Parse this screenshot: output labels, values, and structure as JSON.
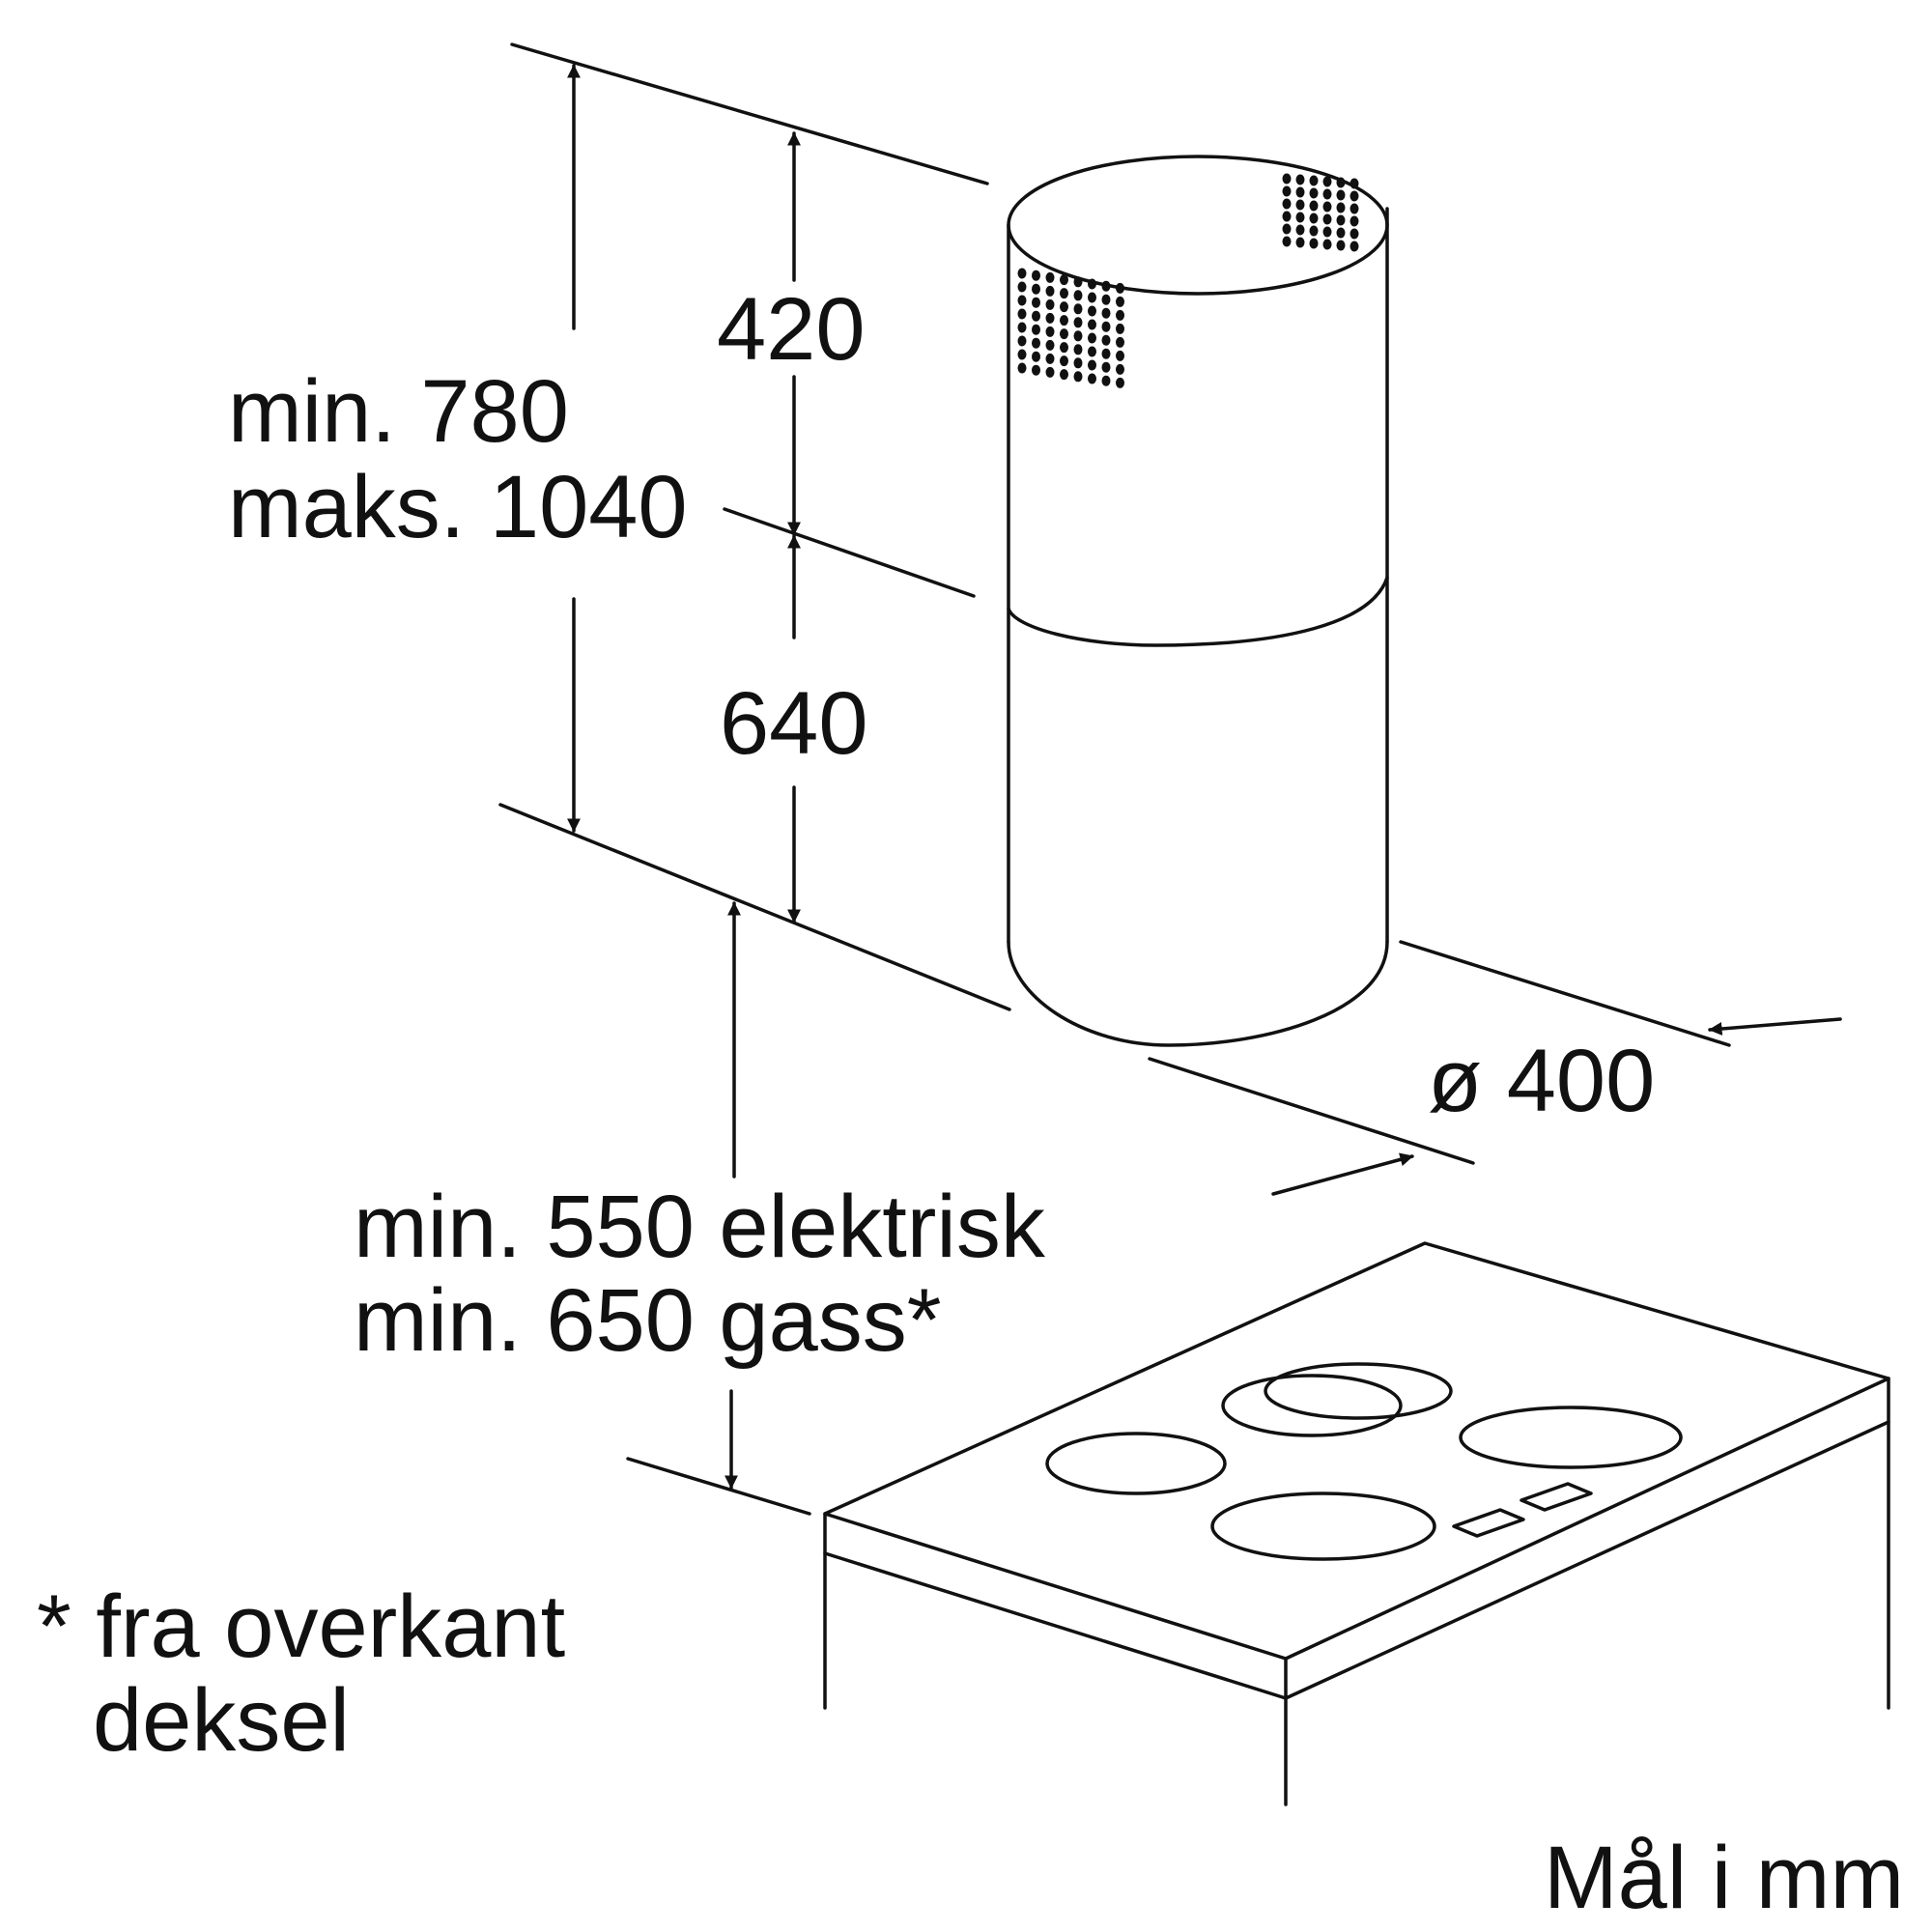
{
  "labels": {
    "top_section": "420",
    "bottom_section": "640",
    "total_min": "min. 780",
    "total_max": "maks. 1040",
    "diameter": "ø 400",
    "clearance_electric": "min. 550 elektrisk",
    "clearance_gas": "min. 650 gass*",
    "footnote_line1": "* fra overkant",
    "footnote_line2": "deksel",
    "units": "Mål i mm"
  }
}
